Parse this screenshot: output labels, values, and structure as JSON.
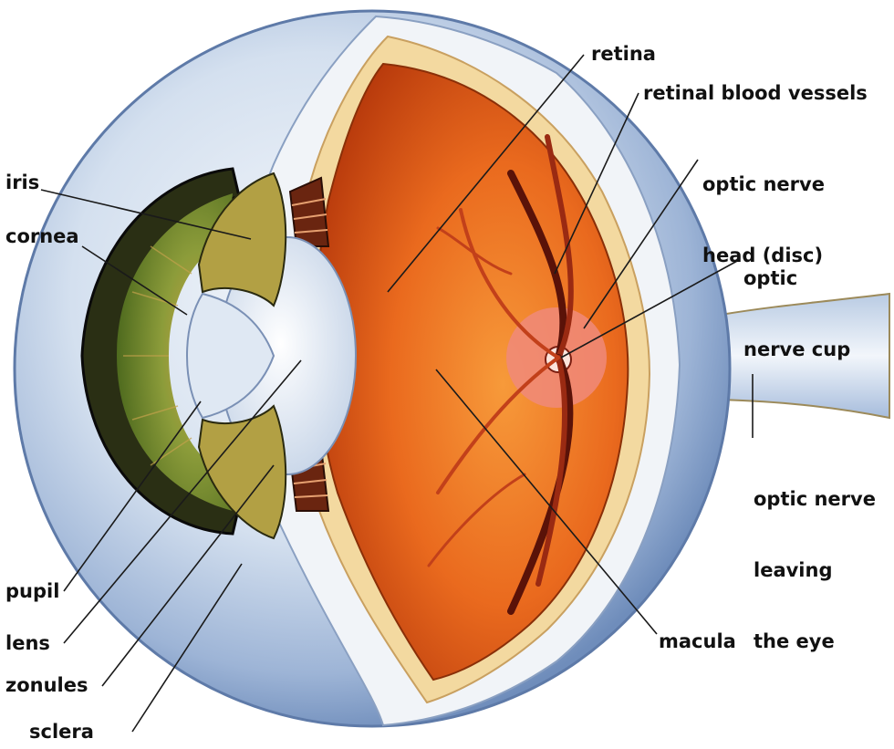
{
  "diagram": {
    "labels": {
      "retina": "retina",
      "retinal_blood_vessels": "retinal blood vessels",
      "optic_nerve_head": [
        "optic nerve",
        "head (disc)"
      ],
      "optic_nerve_cup": [
        "optic",
        "nerve cup"
      ],
      "optic_nerve_leaving": [
        "optic nerve",
        "leaving",
        "the eye"
      ],
      "macula": "macula",
      "iris": "iris",
      "cornea": "cornea",
      "pupil": "pupil",
      "lens": "lens",
      "zonules": "zonules",
      "sclera": "sclera"
    },
    "colors": {
      "sclera_outer": "#dce6f2",
      "sclera_shadow": "#7e9cc6",
      "retina": "#e8641c",
      "retina_dark": "#c2400e",
      "vessel": "#a02010",
      "iris": "#8a9a3c",
      "cornea_rim": "#1a1a1a",
      "lens": "#e4ecf6",
      "disc": "#f08a7a"
    }
  }
}
